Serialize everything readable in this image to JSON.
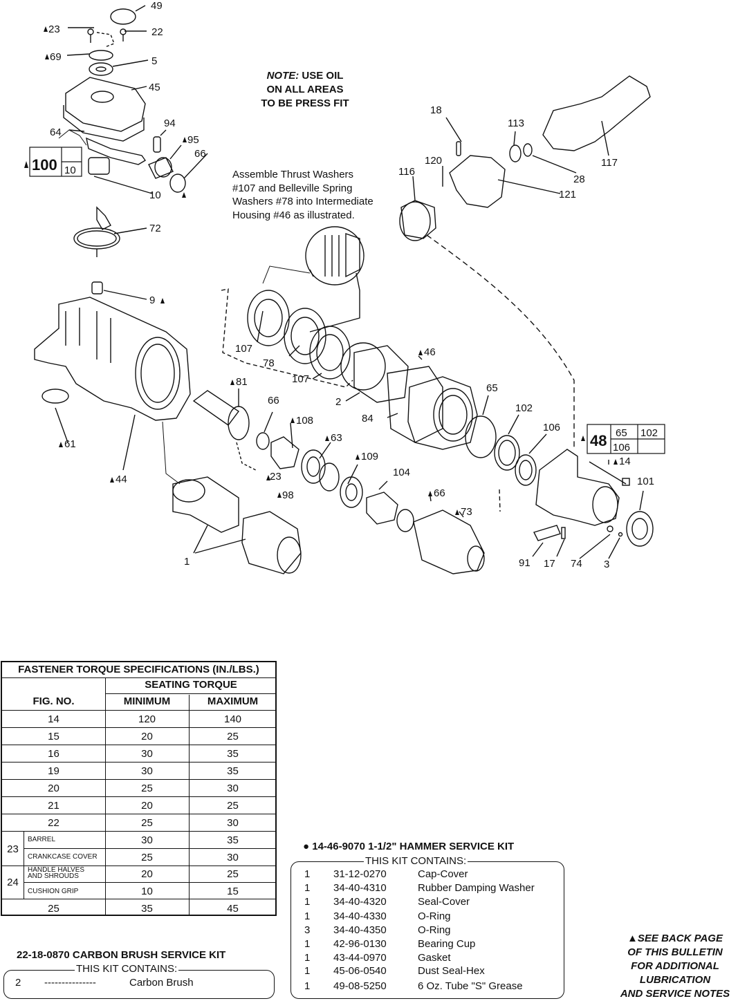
{
  "note": {
    "prefix": "NOTE:",
    "lines": [
      "USE OIL",
      "ON ALL AREAS",
      "TO BE PRESS FIT"
    ]
  },
  "assemble_note": [
    "Assemble Thrust Washers",
    "#107 and Belleville Spring",
    "Washers #78 into Intermediate",
    "Housing #46 as illustrated."
  ],
  "callouts": {
    "c49": "49",
    "c23a": "23",
    "c22": "22",
    "c69": "69",
    "c5": "5",
    "c45": "45",
    "c64": "64",
    "c94": "94",
    "c95": "95",
    "c66a": "66",
    "c100": "100",
    "c10box": "10",
    "c10": "10",
    "c72": "72",
    "c9": "9",
    "c61": "61",
    "c44": "44",
    "c1": "1",
    "c107a": "107",
    "c78": "78",
    "c107b": "107",
    "c2": "2",
    "c46": "46",
    "c81": "81",
    "c66b": "66",
    "c108": "108",
    "c63": "63",
    "c23b": "23",
    "c98": "98",
    "c109": "109",
    "c104": "104",
    "c66c": "66",
    "c73": "73",
    "c84": "84",
    "c65": "65",
    "c102": "102",
    "c106": "106",
    "c48": "48",
    "c48_65": "65",
    "c48_102": "102",
    "c48_106": "106",
    "c14": "14",
    "c101": "101",
    "c91": "91",
    "c17": "17",
    "c74": "74",
    "c3": "3",
    "c18": "18",
    "c113": "113",
    "c117": "117",
    "c120": "120",
    "c116": "116",
    "c28": "28",
    "c121": "121"
  },
  "torque_table": {
    "title": "FASTENER TORQUE SPECIFICATIONS (IN./LBS.)",
    "seating": "SEATING TORQUE",
    "col_fig": "FIG. NO.",
    "col_min": "MINIMUM",
    "col_max": "MAXIMUM",
    "rows": [
      {
        "fig": "14",
        "min": "120",
        "max": "140"
      },
      {
        "fig": "15",
        "min": "20",
        "max": "25"
      },
      {
        "fig": "16",
        "min": "30",
        "max": "35"
      },
      {
        "fig": "19",
        "min": "30",
        "max": "35"
      },
      {
        "fig": "20",
        "min": "25",
        "max": "30"
      },
      {
        "fig": "21",
        "min": "20",
        "max": "25"
      },
      {
        "fig": "22",
        "min": "25",
        "max": "30"
      }
    ],
    "group23": {
      "fig": "23",
      "rows": [
        {
          "sub": "BARREL",
          "min": "30",
          "max": "35"
        },
        {
          "sub": "CRANKCASE COVER",
          "min": "25",
          "max": "30"
        }
      ]
    },
    "group24": {
      "fig": "24",
      "rows": [
        {
          "sub1": "HANDLE HALVES",
          "sub2": "AND SHROUDS",
          "min": "20",
          "max": "25"
        },
        {
          "sub": "CUSHION GRIP",
          "min": "10",
          "max": "15"
        }
      ]
    },
    "last": {
      "fig": "25",
      "min": "35",
      "max": "45"
    }
  },
  "hammer_kit": {
    "bullet": "●",
    "title": "14-46-9070 1-1/2\" HAMMER SERVICE KIT",
    "contains": "THIS KIT CONTAINS:",
    "items": [
      {
        "qty": "1",
        "part": "31-12-0270",
        "desc": "Cap-Cover"
      },
      {
        "qty": "1",
        "part": "34-40-4310",
        "desc": "Rubber Damping Washer"
      },
      {
        "qty": "1",
        "part": "34-40-4320",
        "desc": "Seal-Cover"
      },
      {
        "qty": "1",
        "part": "34-40-4330",
        "desc": "O-Ring"
      },
      {
        "qty": "3",
        "part": "34-40-4350",
        "desc": "O-Ring"
      },
      {
        "qty": "1",
        "part": "42-96-0130",
        "desc": "Bearing Cup"
      },
      {
        "qty": "1",
        "part": "43-44-0970",
        "desc": "Gasket"
      },
      {
        "qty": "1",
        "part": "45-06-0540",
        "desc": "Dust Seal-Hex"
      },
      {
        "qty": "1",
        "part": "49-08-5250",
        "desc": "6 Oz. Tube \"S\" Grease"
      }
    ]
  },
  "brush_kit": {
    "title": "22-18-0870 CARBON BRUSH SERVICE KIT",
    "contains": "THIS KIT CONTAINS:",
    "qty": "2",
    "part": "---------------",
    "desc": "Carbon Brush"
  },
  "see_back": {
    "lines": [
      "SEE BACK PAGE",
      "OF THIS BULLETIN",
      "FOR ADDITIONAL",
      "LUBRICATION",
      "AND SERVICE NOTES"
    ]
  }
}
